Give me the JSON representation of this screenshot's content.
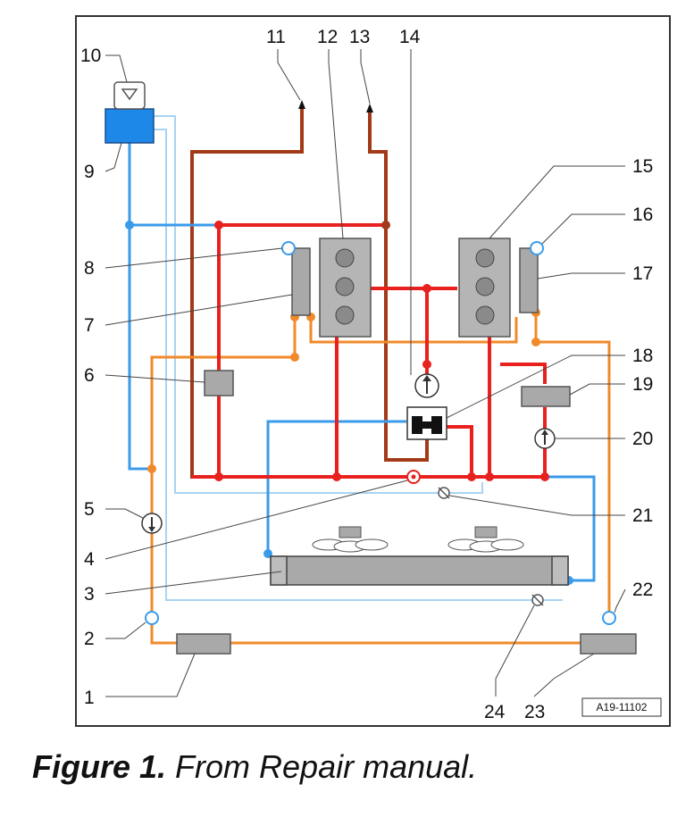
{
  "diagram": {
    "callouts": [
      "1",
      "2",
      "3",
      "4",
      "5",
      "6",
      "7",
      "8",
      "9",
      "10",
      "11",
      "12",
      "13",
      "14",
      "15",
      "16",
      "17",
      "18",
      "19",
      "20",
      "21",
      "22",
      "23",
      "24"
    ],
    "reference_code": "A19-11102",
    "colors": {
      "hot_coolant": "#e8201e",
      "cold_coolant": "#3a9bea",
      "return_line": "#a8d4f2",
      "heater_circuit": "#f08a2a",
      "oil_line": "#a23a18",
      "reservoir": "#1e88e8",
      "component_fill": "#a9a9a9"
    }
  },
  "caption": {
    "label": "Figure 1.",
    "text": "From Repair manual."
  }
}
